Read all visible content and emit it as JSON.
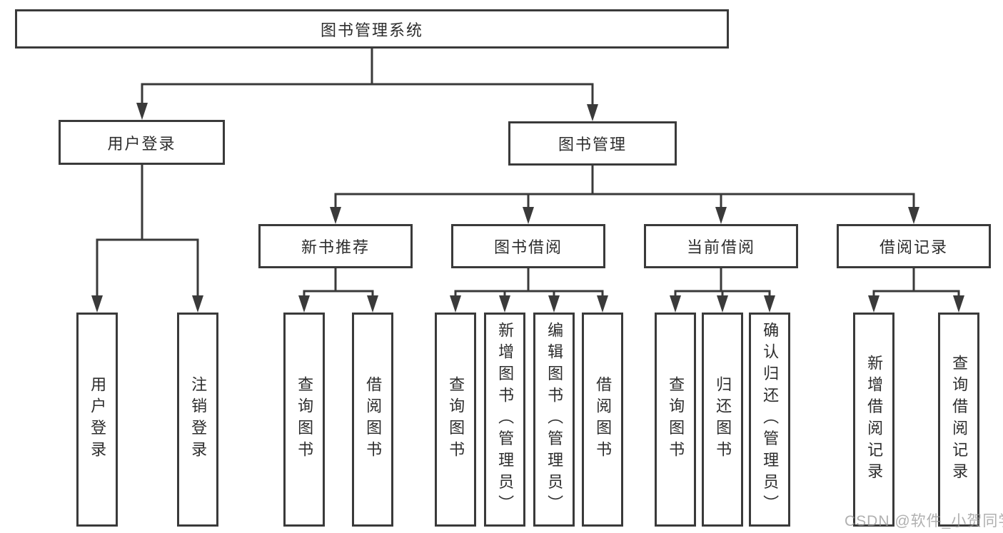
{
  "root": {
    "label": "图书管理系统"
  },
  "user_login": {
    "label": "用户登录",
    "children": [
      {
        "label": "用户登录"
      },
      {
        "label": "注销登录"
      }
    ]
  },
  "book_mgmt": {
    "label": "图书管理",
    "groups": [
      {
        "label": "新书推荐",
        "children": [
          {
            "label": "查询图书"
          },
          {
            "label": "借阅图书"
          }
        ]
      },
      {
        "label": "图书借阅",
        "children": [
          {
            "label": "查询图书"
          },
          {
            "label": "新增图书（管理员）"
          },
          {
            "label": "编辑图书（管理员）"
          },
          {
            "label": "借阅图书"
          }
        ]
      },
      {
        "label": "当前借阅",
        "children": [
          {
            "label": "查询图书"
          },
          {
            "label": "归还图书"
          },
          {
            "label": "确认归还（管理员）"
          }
        ]
      },
      {
        "label": "借阅记录",
        "children": [
          {
            "label": "新增借阅记录"
          },
          {
            "label": "查询借阅记录"
          }
        ]
      }
    ]
  },
  "watermark": {
    "text": "CSDN @软件_小贺同学"
  },
  "colors": {
    "line": "#3a3a3a",
    "text": "#2d2d2d",
    "watermark": "#969696",
    "background": "#ffffff"
  }
}
